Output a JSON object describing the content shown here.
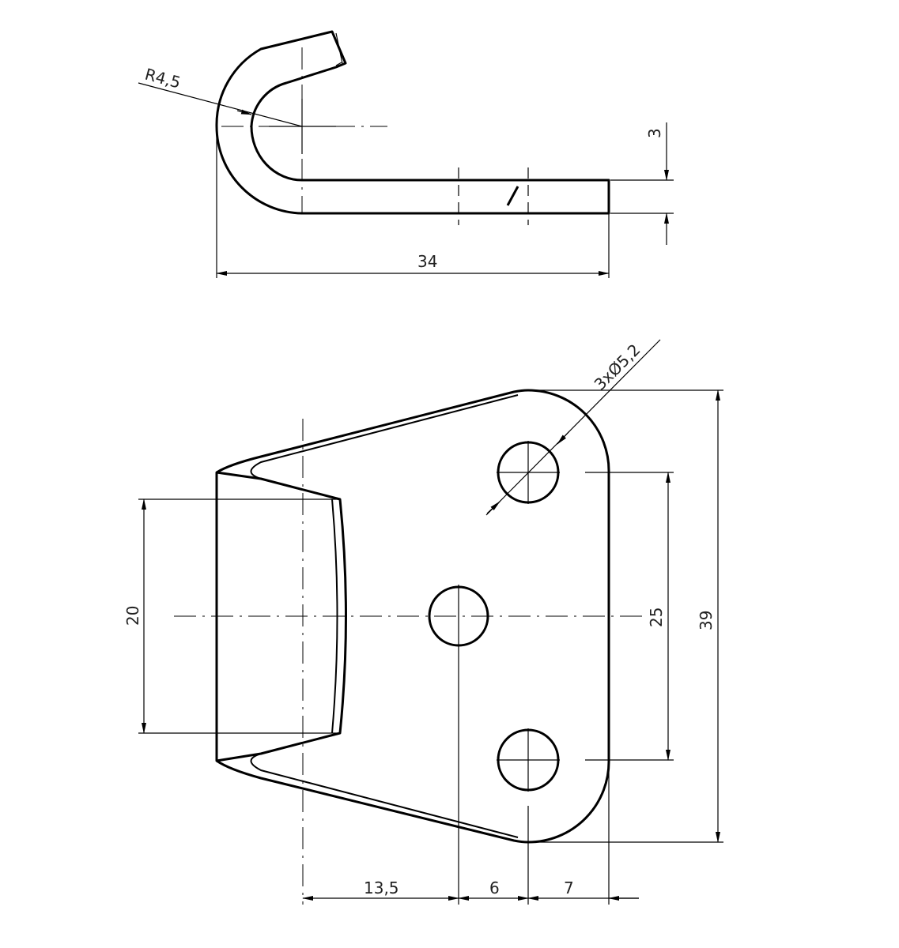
{
  "drawing": {
    "side_view": {
      "radius_label": "R4,5",
      "thickness_label": "3",
      "length_label": "34"
    },
    "top_view": {
      "holes_label": "3xØ5,2",
      "width_label": "20",
      "hole_spacing_label": "25",
      "height_label": "39",
      "offset_1_label": "13,5",
      "offset_2_label": "6",
      "offset_3_label": "7"
    }
  }
}
